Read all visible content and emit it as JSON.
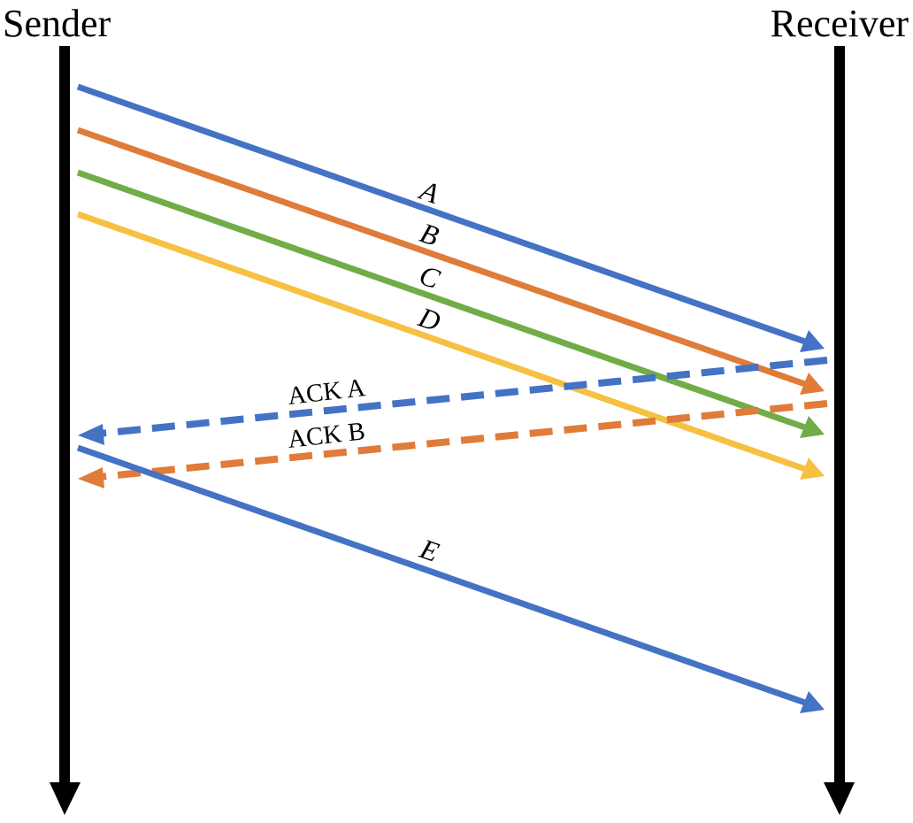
{
  "actors": {
    "sender": "Sender",
    "receiver": "Receiver"
  },
  "messages": [
    {
      "id": "A",
      "label": "A",
      "direction": "sender-to-receiver",
      "style": "solid",
      "color": "#4472C4"
    },
    {
      "id": "B",
      "label": "B",
      "direction": "sender-to-receiver",
      "style": "solid",
      "color": "#E07B39"
    },
    {
      "id": "C",
      "label": "C",
      "direction": "sender-to-receiver",
      "style": "solid",
      "color": "#70AD47"
    },
    {
      "id": "D",
      "label": "D",
      "direction": "sender-to-receiver",
      "style": "solid",
      "color": "#F6C142"
    },
    {
      "id": "ACK_A",
      "label": "ACK A",
      "direction": "receiver-to-sender",
      "style": "dashed",
      "color": "#4472C4"
    },
    {
      "id": "ACK_B",
      "label": "ACK B",
      "direction": "receiver-to-sender",
      "style": "dashed",
      "color": "#E07B39"
    },
    {
      "id": "E",
      "label": "E",
      "direction": "sender-to-receiver",
      "style": "solid",
      "color": "#4472C4"
    }
  ],
  "colors": {
    "lifeline": "#000000",
    "background": "#FFFFFF"
  }
}
